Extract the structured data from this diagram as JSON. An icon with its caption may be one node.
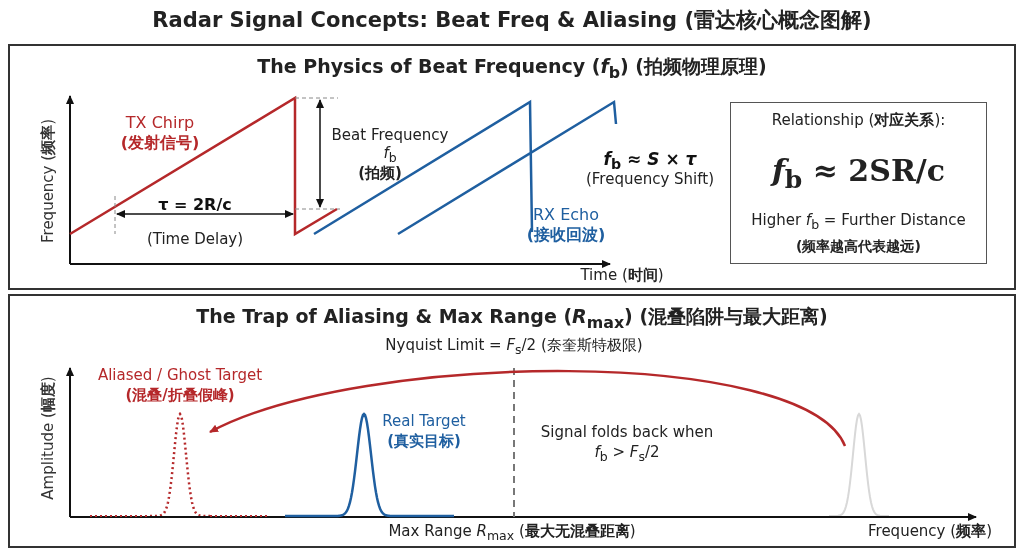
{
  "diagram": {
    "title": "Radar Signal Concepts: Beat Freq & Aliasing (雷达核心概念图解)",
    "nodes": [
      {
        "text": [
          "The Physics of Beat Frequency (*f*$_{b}$) (拍频物理原理)"
        ]
      },
      {
        "text": [
          "Relationship (**对应关系**):",
          "*f*$_{b}$ ≈ 2SR/c",
          "Higher *f*$_{b}$ = Further Distance",
          "(频率越高代表越远)"
        ],
        "in": 0
      },
      {
        "text": [
          "The Trap of Aliasing & Max Range (*R*$_{max}$) (混叠陷阱与最大距离)"
        ]
      },
      {
        "text": [],
        "shape": "peak",
        "beside": [
          "Aliased / Ghost Target",
          "(混叠/折叠假峰)"
        ],
        "in": 2
      },
      {
        "text": [],
        "shape": "peak",
        "in": 2
      }
    ],
    "edges": [
      {
        "from": 4,
        "to": 3,
        "arrow": "to",
        "label": "Signal folds back when *f*$_{b}$ > *F*$_{s}$/2",
        "color": "#b5282a"
      }
    ],
    "labels": [
      "Frequency (**频率**)",
      "TX Chirp",
      "(发射信号)",
      "Beat Frequency *f*$_{b}$",
      "(拍频)",
      "τ = 2R/c",
      "(Time Delay)",
      "*f*$_{b}$ ≈ *S* × *τ*",
      "(Frequency Shift)",
      "RX Echo",
      "(接收回波)",
      "Time (**时间**)",
      "Nyquist Limit = *F*$_{s}$/2 (奈奎斯特极限)",
      "Amplitude (**幅度**)",
      "Real Target",
      "(真实目标)",
      "Max Range *R*$_{max}$ (**最大无混叠距离**)",
      "Frequency (**频率**)"
    ]
  }
}
